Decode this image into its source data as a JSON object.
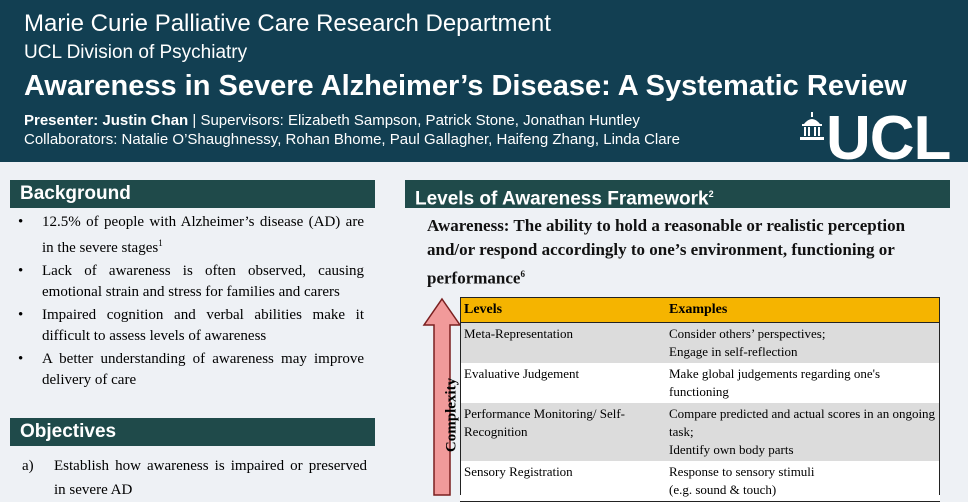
{
  "header": {
    "department": "Marie Curie Palliative Care Research Department",
    "division": "UCL Division of Psychiatry",
    "title": "Awareness in Severe Alzheimer’s Disease: A Systematic Review",
    "presenter_label": "Presenter: Justin Chan",
    "supervisors": " | Supervisors: Elizabeth Sampson, Patrick Stone, Jonathan Huntley",
    "collaborators": "Collaborators: Natalie O’Shaughnessy, Rohan Bhome, Paul Gallagher, Haifeng Zhang, Linda Clare",
    "logo_text": "UCL"
  },
  "background": {
    "heading": "Background",
    "bullets": [
      {
        "text": "12.5% of people with Alzheimer’s disease (AD) are in the severe stages",
        "ref": "1"
      },
      {
        "text": "Lack of awareness is often observed, causing emotional strain and stress for families and carers",
        "ref": ""
      },
      {
        "text": "Impaired cognition and verbal abilities make it difficult to assess levels of awareness",
        "ref": ""
      },
      {
        "text": "A better understanding of awareness may improve delivery of care",
        "ref": ""
      }
    ]
  },
  "objectives": {
    "heading": "Objectives",
    "items": [
      {
        "marker": "a)",
        "text": "Establish how awareness is impaired or preserved in severe AD"
      }
    ]
  },
  "framework": {
    "heading": "Levels of Awareness Framework",
    "heading_ref": "2",
    "definition": "Awareness: The ability to hold a reasonable or realistic perception and/or respond accordingly to one’s environment, functioning or performance",
    "definition_ref": "6",
    "axis_label": "Complexity",
    "columns": [
      "Levels",
      "Examples"
    ],
    "rows": [
      {
        "level": "Meta-Representation",
        "examples": [
          "Consider others’ perspectives;",
          "Engage in self-reflection"
        ]
      },
      {
        "level": "Evaluative Judgement",
        "examples": [
          "Make global judgements regarding one's functioning"
        ]
      },
      {
        "level": "Performance Monitoring/ Self-Recognition",
        "examples": [
          "Compare predicted and actual scores in an ongoing task;",
          "Identify own body parts"
        ]
      },
      {
        "level": "Sensory Registration",
        "examples": [
          "Response to sensory stimuli",
          "(e.g. sound & touch)"
        ]
      }
    ]
  },
  "colors": {
    "header_bg": "#123f52",
    "section_bar": "#1f4a4a",
    "table_header": "#f5b400",
    "arrow_fill": "#f19a9a"
  }
}
